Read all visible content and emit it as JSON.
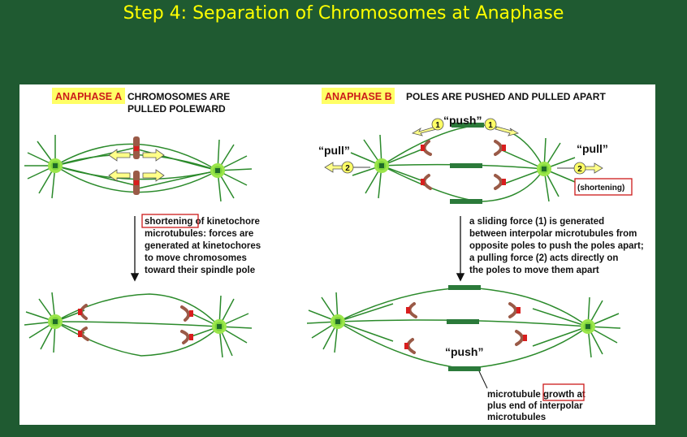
{
  "title": "Step 4: Separation of Chromosomes at Anaphase",
  "anaphase_a": {
    "label": "ANAPHASE A",
    "heading_line1": "CHROMOSOMES ARE",
    "heading_line2": "PULLED POLEWARD",
    "caption": [
      "shortening of kinetochore",
      "microtubules: forces are",
      "generated at kinetochores",
      "to move chromosomes",
      "toward their spindle pole"
    ]
  },
  "anaphase_b": {
    "label": "ANAPHASE B",
    "heading": "POLES ARE PUSHED AND PULLED APART",
    "push_label": "“push”",
    "pull_label": "“pull”",
    "num_push": "1",
    "num_pull": "2",
    "shortening_note": "(shortening)",
    "caption": [
      "a sliding force (1) is generated",
      "between interpolar microtubules from",
      "opposite poles to push the poles apart;",
      "a pulling force (2) acts directly on",
      "the poles to move them apart"
    ],
    "growth_caption": [
      "microtubule growth at",
      "plus end of interpolar",
      "microtubules"
    ]
  },
  "colors": {
    "background": "#1f5a31",
    "title": "#ffff00",
    "label_bg": "#ffff66",
    "label_text": "#cc1a1a",
    "microtubule": "#2b8a2b",
    "chromosome": "#9a5a47",
    "kinetochore": "#d81e1e",
    "arrow_fill": "#ffff88"
  }
}
